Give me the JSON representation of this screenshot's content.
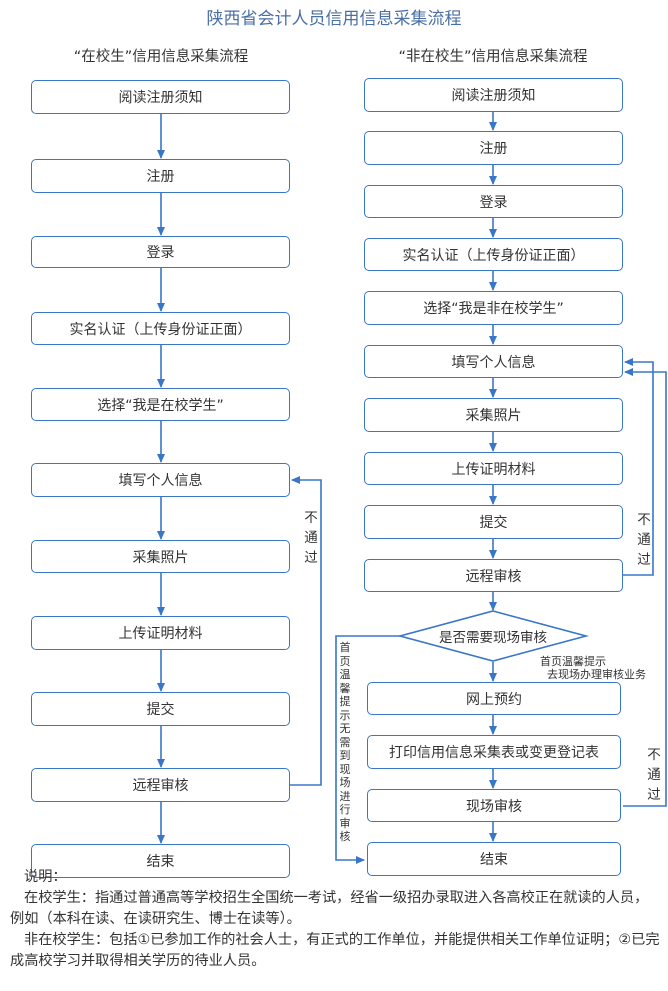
{
  "title": "陕西省会计人员信用信息采集流程",
  "left": {
    "heading": "“在校生”信用信息采集流程",
    "steps": [
      "阅读注册须知",
      "注册",
      "登录",
      "实名认证（上传身份证正面）",
      "选择“我是在校学生”",
      "填写个人信息",
      "采集照片",
      "上传证明材料",
      "提交",
      "远程审核",
      "结束"
    ],
    "reject_label": "不通过"
  },
  "right": {
    "heading": "“非在校生”信用信息采集流程",
    "steps": [
      "阅读注册须知",
      "注册",
      "登录",
      "实名认证（上传身份证正面）",
      "选择“我是非在校学生”",
      "填写个人信息",
      "采集照片",
      "上传证明材料",
      "提交",
      "远程审核"
    ],
    "decision": "是否需要现场审核",
    "yes_note_1": "首页温馨提示",
    "yes_note_2": "去现场办理审核业务",
    "no_note": "首页温馨提示无需到现场进行审核",
    "onsite_steps": [
      "网上预约",
      "打印信用信息采集表或变更登记表",
      "现场审核"
    ],
    "end": "结束",
    "reject_label_1": "不通过",
    "reject_label_2": "不通过"
  },
  "notes": {
    "heading": "说明：",
    "line1": "在校学生：指通过普通高等学校招生全国统一考试，经省一级招办录取进入各高校正在就读的人员，例如（本科在读、在读研究生、博士在读等）。",
    "line2": "非在校学生：包括①已参加工作的社会人士，有正式的工作单位，并能提供相关工作单位证明；②已完成高校学习并取得相关学历的待业人员。"
  },
  "colors": {
    "accent": "#3a76c8",
    "title": "#4a6fa5"
  }
}
